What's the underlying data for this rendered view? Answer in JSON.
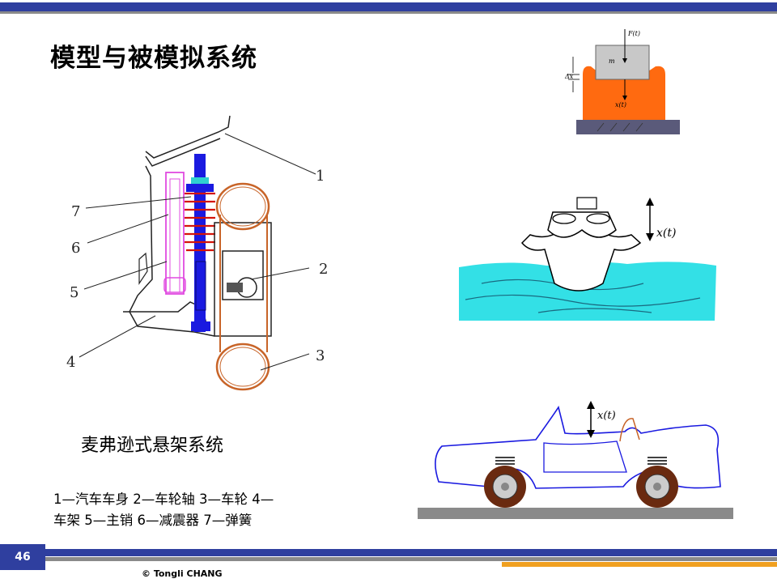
{
  "title": "模型与被模拟系统",
  "caption": "麦弗逊式悬架系统",
  "legend": {
    "line1": "1—汽车车身  2—车轮轴  3—车轮  4—",
    "line2": "车架   5—主销  6—减震器  7—弹簧"
  },
  "callouts": [
    "1",
    "2",
    "3",
    "4",
    "5",
    "6",
    "7"
  ],
  "model": {
    "force": "F(t)",
    "mass": "m",
    "delta": "Δx",
    "disp": "x(t)"
  },
  "boat_label": "x(t)",
  "car_label": "x(t)",
  "page_number": "46",
  "copyright": "© Tongli  CHANG",
  "colors": {
    "accent": "#2f3f9f",
    "water": "#33e0e6",
    "spring": "#d4140a",
    "shock": "#e04ae0",
    "strut": "#1a1ae0",
    "mass_block": "#c8c8c8",
    "rubber": "#ff6a10"
  }
}
